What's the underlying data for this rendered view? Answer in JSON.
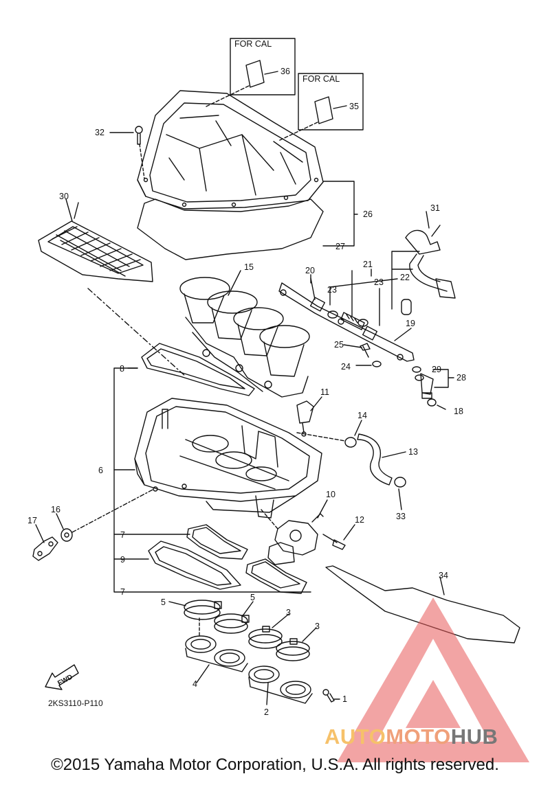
{
  "diagram": {
    "for_cal_labels": [
      "FOR CAL",
      "FOR CAL"
    ],
    "callouts": [
      "1",
      "2",
      "3",
      "3",
      "4",
      "5",
      "5",
      "6",
      "7",
      "7",
      "8",
      "9",
      "10",
      "11",
      "12",
      "13",
      "14",
      "15",
      "16",
      "17",
      "18",
      "19",
      "20",
      "21",
      "22",
      "23",
      "23",
      "24",
      "25",
      "26",
      "27",
      "28",
      "29",
      "30",
      "31",
      "32",
      "33",
      "34",
      "35",
      "36"
    ],
    "diagram_code": "2KS3110-P110",
    "fwd_label": "FWD"
  },
  "footer": {
    "copyright": "©2015 Yamaha Motor Corporation, U.S.A. All rights reserved."
  },
  "watermark": {
    "part1": "AUTO",
    "part2": "MOTO",
    "part3": "HUB",
    "colors": [
      "#f6c16a",
      "#f0a07a",
      "#777777"
    ],
    "logo_color": "#e85a5a"
  }
}
